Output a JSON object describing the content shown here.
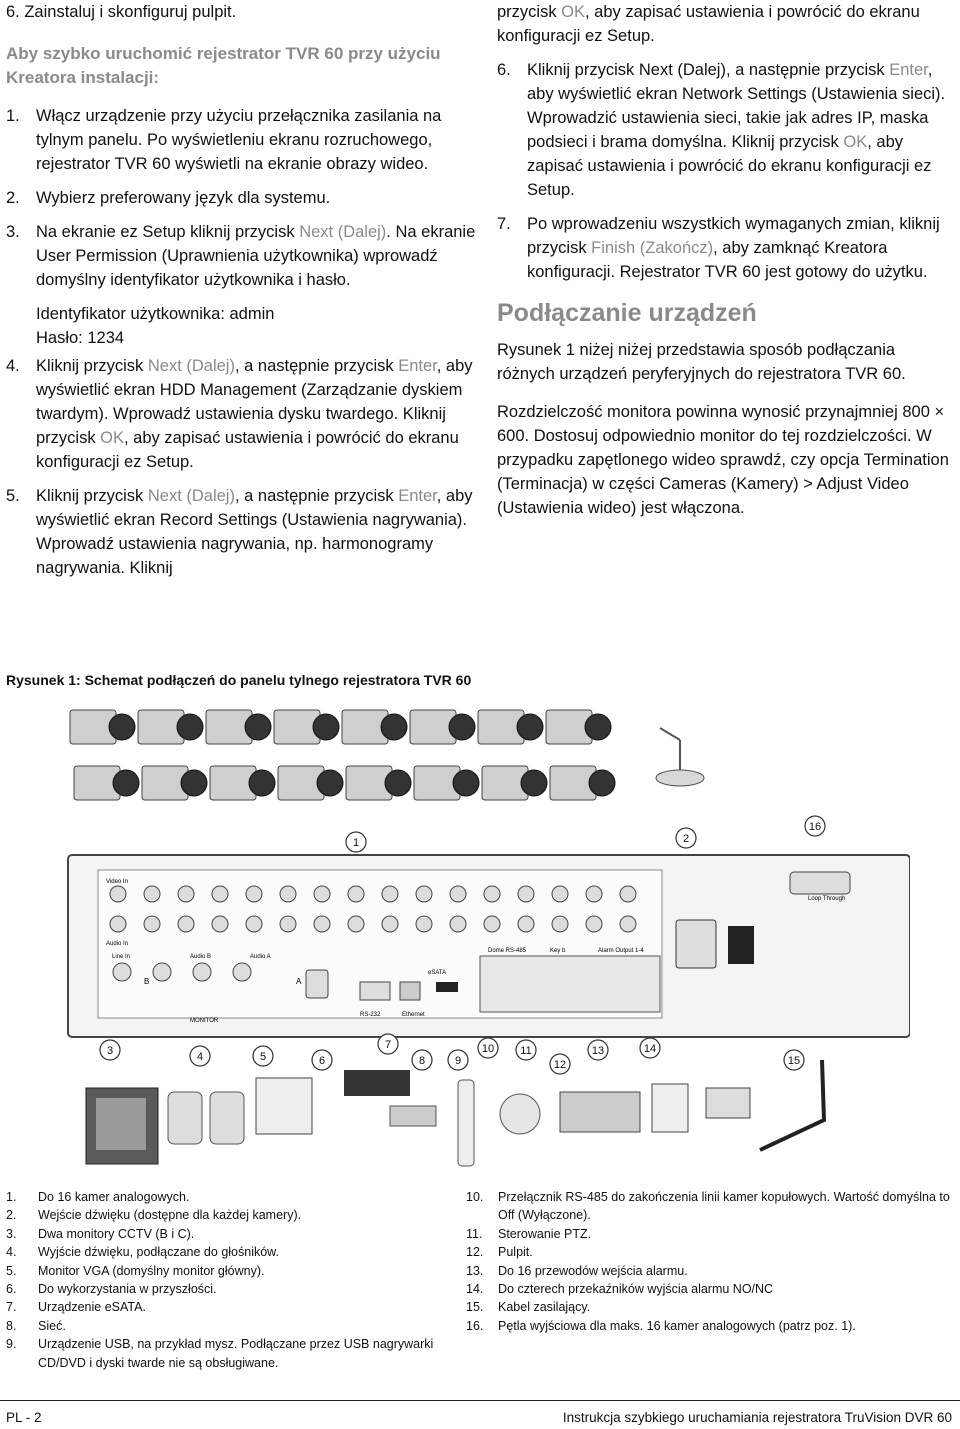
{
  "left": {
    "step6_top": "6. Zainstaluj i skonfiguruj pulpit.",
    "heading": "Aby szybko uruchomić rejestrator TVR 60 przy użyciu Kreatora instalacji:",
    "s1_num": "1.",
    "s1_text": "Włącz urządzenie przy użyciu przełącznika zasilania na tylnym panelu. Po wyświetleniu ekranu rozruchowego, rejestrator TVR 60 wyświetli na ekranie obrazy wideo.",
    "s2_num": "2.",
    "s2_text": "Wybierz preferowany język dla systemu.",
    "s3_num": "3.",
    "s3_a": "Na ekranie ez Setup kliknij przycisk ",
    "s3_hl": "Next (Dalej)",
    "s3_b": ". Na ekranie User Permission (Uprawnienia użytkownika) wprowadź domyślny identyfikator użytkownika i hasło.",
    "cred_user": "Identyfikator użytkownika: admin",
    "cred_pass": "Hasło: 1234",
    "s4_num": "4.",
    "s4_a": "Kliknij przycisk ",
    "s4_hl1": "Next (Dalej)",
    "s4_b": ", a następnie przycisk ",
    "s4_hl2": "Enter",
    "s4_c": ", aby wyświetlić ekran HDD Management (Zarządzanie dyskiem twardym). Wprowadź ustawienia dysku twardego. Kliknij przycisk ",
    "s4_hl3": "OK",
    "s4_d": ", aby zapisać ustawienia i powrócić do ekranu konfiguracji ez Setup.",
    "s5_num": "5.",
    "s5_a": "Kliknij przycisk ",
    "s5_hl1": "Next (Dalej)",
    "s5_b": ", a następnie przycisk ",
    "s5_hl2": "Enter",
    "s5_c": ", aby wyświetlić ekran Record Settings (Ustawienia nagrywania). Wprowadź ustawienia nagrywania, np. harmonogramy nagrywania. Kliknij"
  },
  "right": {
    "cont_a": "przycisk ",
    "cont_hl": "OK",
    "cont_b": ", aby zapisać ustawienia i powrócić do ekranu konfiguracji ez Setup.",
    "s6_num": "6.",
    "s6_a": "Kliknij przycisk Next (Dalej), a następnie przycisk ",
    "s6_hl1": "Enter",
    "s6_b": ", aby wyświetlić ekran Network Settings (Ustawienia sieci). Wprowadzić ustawienia sieci, takie jak adres IP, maska podsieci i brama domyślna. Kliknij przycisk ",
    "s6_hl2": "OK",
    "s6_c": ", aby zapisać ustawienia i powrócić do ekranu konfiguracji ez Setup.",
    "s7_num": "7.",
    "s7_a": "Po wprowadzeniu wszystkich wymaganych zmian, kliknij przycisk ",
    "s7_hl": "Finish (Zakończ)",
    "s7_b": ", aby zamknąć Kreatora konfiguracji. Rejestrator TVR 60 jest gotowy do użytku.",
    "section_title": "Podłączanie urządzeń",
    "para1": "Rysunek 1 niżej niżej przedstawia sposób podłączania różnych urządzeń peryferyjnych do rejestratora TVR 60.",
    "para2": "Rozdzielczość monitora powinna wynosić przynajmniej 800 × 600. Dostosuj odpowiednio monitor do tej rozdzielczości. W przypadku zapętlonego wideo sprawdź, czy opcja Termination (Terminacja) w części Cameras (Kamery) > Adjust Video (Ustawienia wideo) jest włączona."
  },
  "figure": {
    "caption": "Rysunek 1: Schemat podłączeń do panelu tylnego rejestratora TVR 60",
    "callouts": [
      "1",
      "2",
      "16",
      "3",
      "4",
      "5",
      "6",
      "7",
      "8",
      "9",
      "10",
      "11",
      "12",
      "13",
      "14",
      "15"
    ],
    "panel_labels": {
      "video_in": "Video In",
      "audio_in": "Audio In",
      "loop_through": "Loop Through",
      "line_in": "Line In",
      "audio_b": "Audio B",
      "audio_a": "Audio A",
      "esata": "eSATA",
      "rs232": "RS-232",
      "ethernet": "Ethernet",
      "monitor": "MONITOR",
      "dome": "Dome RS-485",
      "alarm_out": "Alarm Output 1-4",
      "key": "Key b",
      "port_a": "A",
      "port_b": "B"
    }
  },
  "legend": {
    "left": [
      {
        "n": "1.",
        "t": "Do 16 kamer analogowych."
      },
      {
        "n": "2.",
        "t": "Wejście dźwięku (dostępne dla każdej kamery)."
      },
      {
        "n": "3.",
        "t": "Dwa monitory CCTV (B i C)."
      },
      {
        "n": "4.",
        "t": "Wyjście dźwięku, podłączane do głośników."
      },
      {
        "n": "5.",
        "t": "Monitor VGA (domyślny monitor główny)."
      },
      {
        "n": "6.",
        "t": "Do wykorzystania w przyszłości."
      },
      {
        "n": "7.",
        "t": "Urządzenie eSATA."
      },
      {
        "n": "8.",
        "t": "Sieć."
      },
      {
        "n": "9.",
        "t": "Urządzenie USB, na przykład mysz. Podłączane przez USB nagrywarki CD/DVD i dyski twarde nie są obsługiwane."
      }
    ],
    "right": [
      {
        "n": "10.",
        "t": "Przełącznik RS-485 do zakończenia linii kamer kopułowych. Wartość domyślna to Off (Wyłączone)."
      },
      {
        "n": "11.",
        "t": "Sterowanie PTZ."
      },
      {
        "n": "12.",
        "t": "Pulpit."
      },
      {
        "n": "13.",
        "t": "Do 16 przewodów wejścia alarmu."
      },
      {
        "n": "14.",
        "t": "Do czterech przekaźników wyjścia alarmu NO/NC"
      },
      {
        "n": "15.",
        "t": "Kabel zasilający."
      },
      {
        "n": "16.",
        "t": "Pętla wyjściowa dla maks. 16 kamer analogowych (patrz poz. 1)."
      }
    ]
  },
  "footer": {
    "left": "PL - 2",
    "right": "Instrukcja szybkiego uruchamiania rejestratora TruVision DVR 60"
  }
}
